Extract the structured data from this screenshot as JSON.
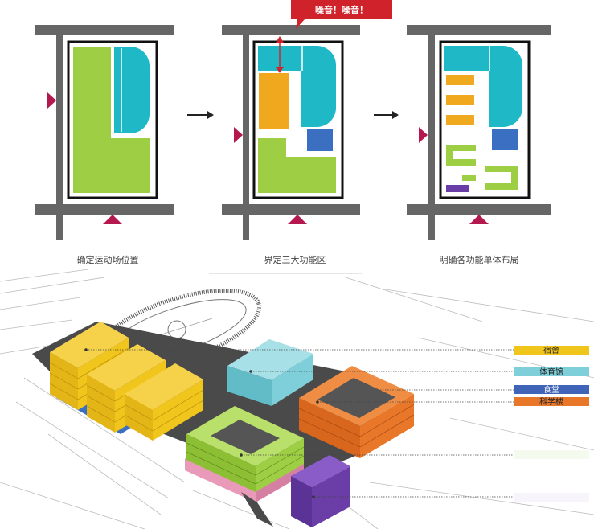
{
  "steps": [
    {
      "caption": "确定运动场位置"
    },
    {
      "caption": "界定三大功能区"
    },
    {
      "caption": "明确各功能单体布局"
    }
  ],
  "callout": {
    "text": "噪音！噪音！",
    "color": "#d0222b"
  },
  "legend": [
    {
      "label": "宿舍",
      "color": "#f0c51c"
    },
    {
      "label": "体育馆",
      "color": "#7ecfd9"
    },
    {
      "label": "食堂",
      "color": "#3f64b8"
    },
    {
      "label": "科学楼",
      "color": "#e8772a"
    }
  ],
  "colors": {
    "road": "#666666",
    "sports": "#1eb8c6",
    "green": "#9dce43",
    "orange": "#f0a81e",
    "blue": "#3a6fc2",
    "purple": "#6a3ea6",
    "arrow": "#b5174f"
  }
}
